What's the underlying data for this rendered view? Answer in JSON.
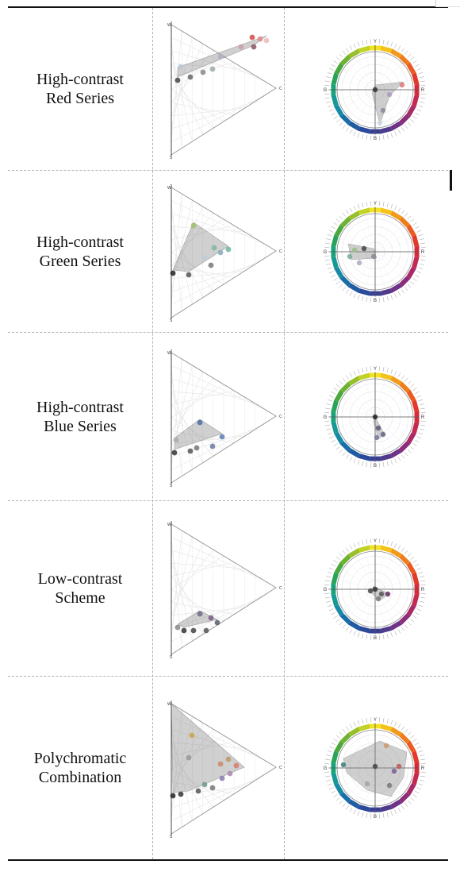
{
  "rows": [
    {
      "label_line1": "High-contrast",
      "label_line2": "Red Series",
      "tri_points": [
        {
          "c": "#d44848"
        },
        {
          "c": "#e38a8a"
        },
        {
          "c": "#c9a0a8"
        },
        {
          "c": "#f0b8b8"
        },
        {
          "c": "#8a5560"
        },
        {
          "c": "#b0b0c0"
        },
        {
          "c": "#888"
        },
        {
          "c": "#666"
        },
        {
          "c": "#444"
        },
        {
          "c": "#9aa"
        },
        {
          "c": "#b8c8d8"
        }
      ],
      "wheel_points": [
        {
          "c": "#333"
        },
        {
          "c": "#d77"
        },
        {
          "c": "#a9b"
        },
        {
          "c": "#889"
        },
        {
          "c": "#c8d8e8"
        }
      ]
    },
    {
      "label_line1": "High-contrast",
      "label_line2": "Green Series",
      "tri_points": [
        {
          "c": "#9cc36a"
        },
        {
          "c": "#7fb79a"
        },
        {
          "c": "#6ab6a2"
        },
        {
          "c": "#8ab"
        },
        {
          "c": "#777"
        },
        {
          "c": "#555"
        },
        {
          "c": "#222"
        },
        {
          "c": "#bcd"
        }
      ],
      "wheel_points": [
        {
          "c": "#9b8"
        },
        {
          "c": "#7a9"
        },
        {
          "c": "#444"
        },
        {
          "c": "#889"
        },
        {
          "c": "#aab"
        }
      ]
    },
    {
      "label_line1": "High-contrast",
      "label_line2": "Blue Series",
      "tri_points": [
        {
          "c": "#4a6fa8"
        },
        {
          "c": "#5b7bb3"
        },
        {
          "c": "#6a7aa0"
        },
        {
          "c": "#777"
        },
        {
          "c": "#555"
        },
        {
          "c": "#333"
        },
        {
          "c": "#aaa"
        }
      ],
      "wheel_points": [
        {
          "c": "#222"
        },
        {
          "c": "#557"
        },
        {
          "c": "#668"
        },
        {
          "c": "#779"
        }
      ]
    },
    {
      "label_line1": "Low-contrast",
      "label_line2": "Scheme",
      "tri_points": [
        {
          "c": "#6a6a8a"
        },
        {
          "c": "#7a5a8a"
        },
        {
          "c": "#5a5a6a"
        },
        {
          "c": "#555"
        },
        {
          "c": "#444"
        },
        {
          "c": "#333"
        },
        {
          "c": "#888"
        }
      ],
      "wheel_points": [
        {
          "c": "#333"
        },
        {
          "c": "#555"
        },
        {
          "c": "#636"
        },
        {
          "c": "#777"
        },
        {
          "c": "#444"
        }
      ]
    },
    {
      "label_line1": "Polychromatic",
      "label_line2": "Combination",
      "tri_points": [
        {
          "c": "#c9a44a"
        },
        {
          "c": "#c98a6a"
        },
        {
          "c": "#d77a6a"
        },
        {
          "c": "#a88ab0"
        },
        {
          "c": "#8a7ab0"
        },
        {
          "c": "#6a9a8a"
        },
        {
          "c": "#777"
        },
        {
          "c": "#555"
        },
        {
          "c": "#333"
        },
        {
          "c": "#222"
        },
        {
          "c": "#999"
        },
        {
          "c": "#b96"
        }
      ],
      "wheel_points": [
        {
          "c": "#3a7a7a"
        },
        {
          "c": "#444"
        },
        {
          "c": "#7a5a9a"
        },
        {
          "c": "#b55"
        },
        {
          "c": "#c96"
        },
        {
          "c": "#9a9"
        },
        {
          "c": "#777"
        }
      ]
    }
  ],
  "triangle_axis": {
    "top_label": "W",
    "right_label": "C",
    "bottom_label": "S"
  },
  "wheel_axis": {
    "top_label": "Y",
    "right_label": "R",
    "bottom_label": "B",
    "left_label": "G"
  },
  "wheel_colors": [
    "#f2e21f",
    "#f4c21a",
    "#f29a1c",
    "#ef7d1e",
    "#ea5a22",
    "#e2392a",
    "#d62a3a",
    "#c42950",
    "#aa2a66",
    "#8c2d7a",
    "#6e3286",
    "#503a8c",
    "#363f92",
    "#2a4a9a",
    "#1f5ca2",
    "#1a6ea8",
    "#178aa6",
    "#179a94",
    "#1aa37a",
    "#2aa35a",
    "#4aa83f",
    "#6fb332",
    "#97c02c",
    "#c2d226"
  ]
}
